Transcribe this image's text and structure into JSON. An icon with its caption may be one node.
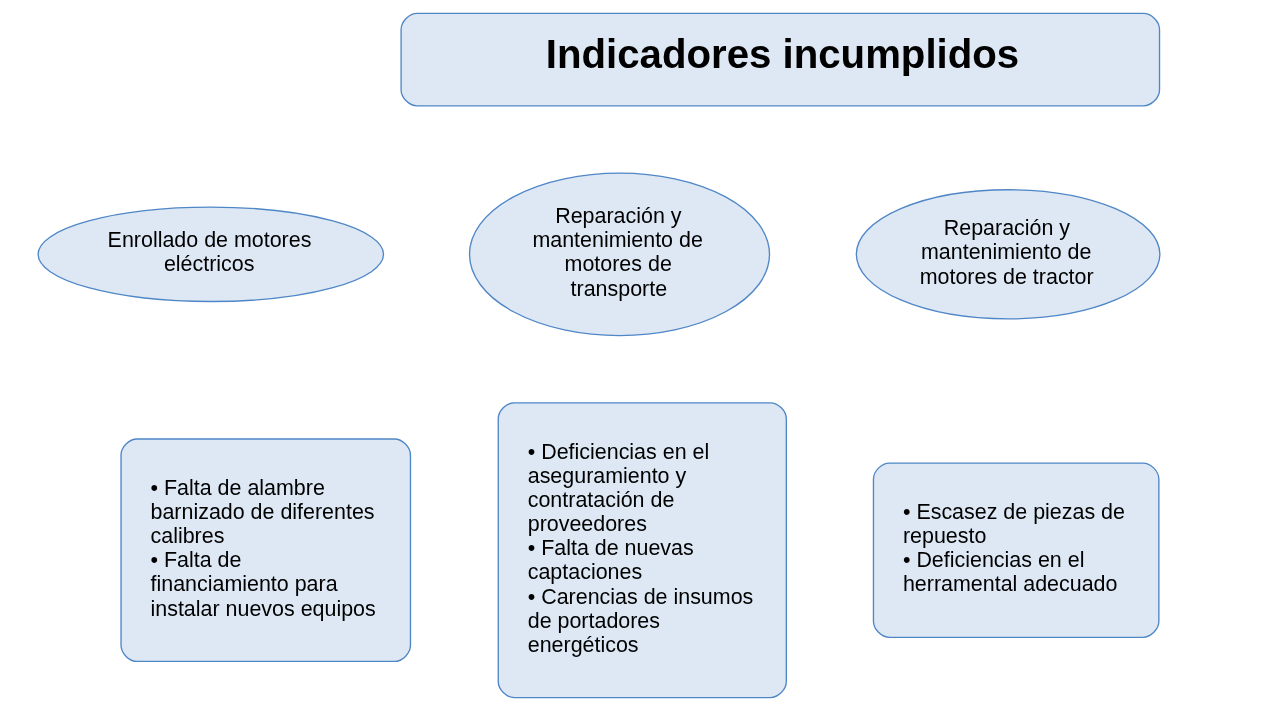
{
  "diagram": {
    "nodes": [
      {
        "text": [
          "Indicadores incumplidos"
        ]
      },
      {
        "text": [
          "Enrollado de motores eléctricos"
        ]
      },
      {
        "text": [
          "Reparación y mantenimiento de motores de transporte"
        ]
      },
      {
        "text": [
          "Reparación y mantenimiento de motores de tractor"
        ]
      },
      {
        "text": [
          "• Falta de alambre barnizado de diferentes calibres",
          "• Falta de financiamiento para instalar nuevos equipos"
        ]
      },
      {
        "text": [
          "• Deficiencias en el aseguramiento y contratación de proveedores",
          "• Falta de nuevas captaciones",
          "• Carencias de insumos de portadores energéticos"
        ]
      },
      {
        "text": [
          "• Escasez de piezas de repuesto",
          "• Deficiencias en el herramental adecuado"
        ]
      }
    ],
    "edges": []
  }
}
